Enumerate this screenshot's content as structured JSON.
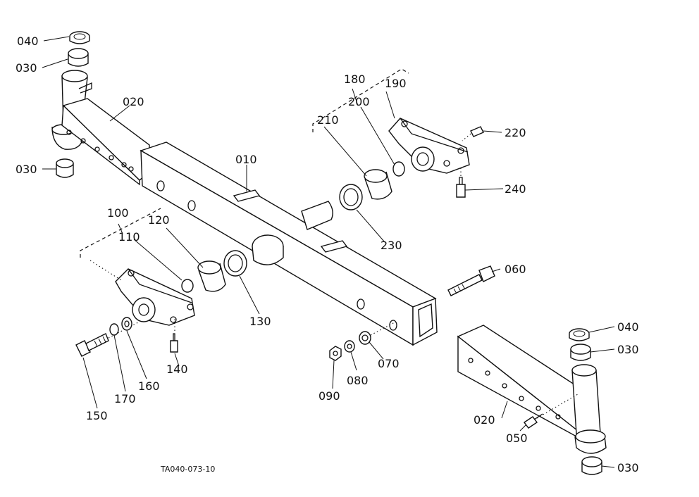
{
  "diagram": {
    "reference_code": "TA040-073-10",
    "parts": {
      "p010": "010",
      "p020_a": "020",
      "p020_b": "020",
      "p030_a": "030",
      "p030_b": "030",
      "p030_c": "030",
      "p030_d": "030",
      "p040_a": "040",
      "p040_b": "040",
      "p050": "050",
      "p060": "060",
      "p070": "070",
      "p080": "080",
      "p090": "090",
      "p100": "100",
      "p110": "110",
      "p120": "120",
      "p130": "130",
      "p140": "140",
      "p150": "150",
      "p160": "160",
      "p170": "170",
      "p180": "180",
      "p190": "190",
      "p200": "200",
      "p210": "210",
      "p220": "220",
      "p230": "230",
      "p240": "240"
    }
  }
}
